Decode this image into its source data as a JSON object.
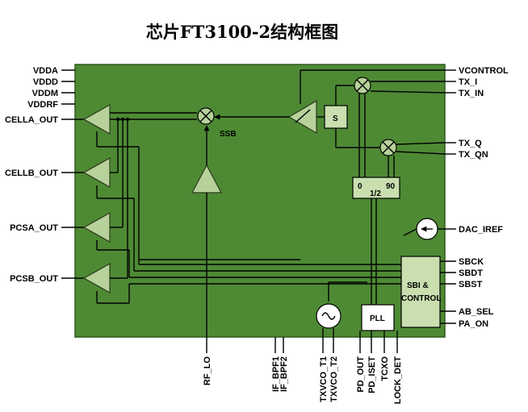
{
  "title": "芯片FT3100-2结构框图",
  "pins_left": [
    "VDDA",
    "VDDD",
    "VDDM",
    "VDDRF",
    "CELLA_OUT",
    "CELLB_OUT",
    "PCSA_OUT",
    "PCSB_OUT"
  ],
  "pins_right": [
    "VCONTROL",
    "TX_I",
    "TX_IN",
    "TX_Q",
    "TX_QN",
    "DAC_IREF",
    "SBCK",
    "SBDT",
    "SBST",
    "AB_SEL",
    "PA_ON"
  ],
  "pins_bottom": [
    "RF_LO",
    "IF_BPF1",
    "IF_BPF2",
    "TXVCO_T1",
    "TXVCO_T2",
    "PD_OUT",
    "PD_ISET",
    "TCXO",
    "LOCK_DET"
  ],
  "blocks": {
    "ssb": "SSB",
    "switch": "S",
    "phase_0": "0",
    "phase_half": "1/2",
    "phase_90": "90",
    "pll": "PLL",
    "sbi_line1": "SBI &",
    "sbi_line2": "CONTROL"
  },
  "colors": {
    "die": "#4e8a34",
    "block": "#b6d29a"
  }
}
